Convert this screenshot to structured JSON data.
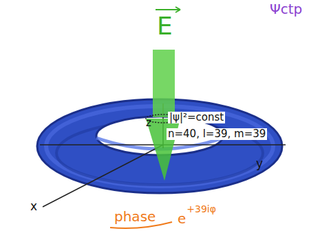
{
  "diagram": {
    "labels": [
      "E",
      "Ψctp",
      "z",
      "|ψ|²=const",
      "n=40, l=39, m=39",
      "y",
      "x",
      "phase",
      "e",
      "+39iφ"
    ]
  }
}
